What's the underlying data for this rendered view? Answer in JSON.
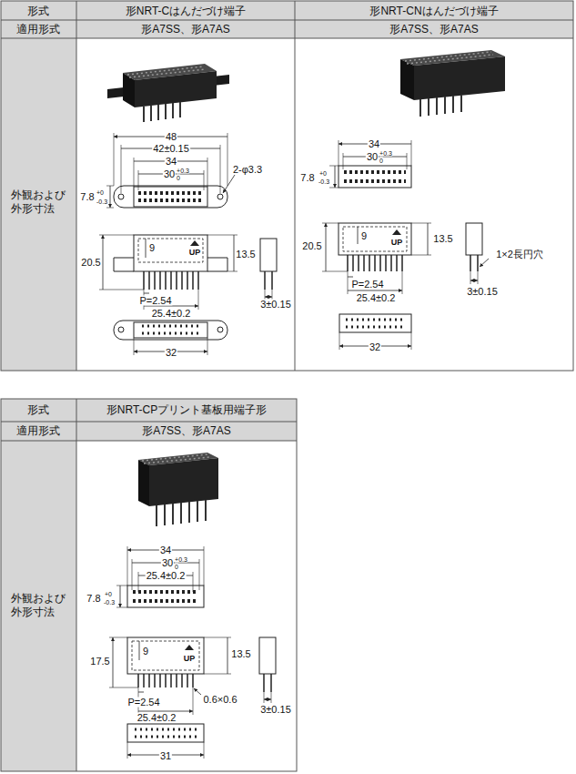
{
  "diagram": {
    "labels": [
      "形式",
      "形NRT-Cはんだづけ端子",
      "形NRT-CNはんだづけ端子",
      "適用形式",
      "形A7SS、形A7AS",
      "形A7SS、形A7AS",
      "外観および 外形寸法",
      "48",
      "42±0.15",
      "34",
      "30",
      "+0.3",
      "0",
      "2-φ3.3",
      "7.8",
      "+0",
      "-0.3",
      "9",
      "UP",
      "20.5",
      "13.5",
      "P=2.54",
      "25.4±0.2",
      "3±0.15",
      "32",
      "34",
      "30",
      "+0.3",
      "0",
      "7.8",
      "+0",
      "-0.3",
      "9",
      "UP",
      "20.5",
      "13.5",
      "1×2長円穴",
      "P=2.54",
      "25.4±0.2",
      "3±0.15",
      "32",
      "形式",
      "形NRT-CPプリント基板用端子形",
      "適用形式",
      "形A7SS、形A7AS",
      "外観および 外形寸法",
      "34",
      "30",
      "+0.3",
      "0",
      "25.4±0.2",
      "7.8",
      "+0",
      "-0.3",
      "9",
      "UP",
      "17.5",
      "13.5",
      "P=2.54",
      "0.6×0.6",
      "25.4±0.2",
      "3±0.15",
      "31"
    ]
  }
}
